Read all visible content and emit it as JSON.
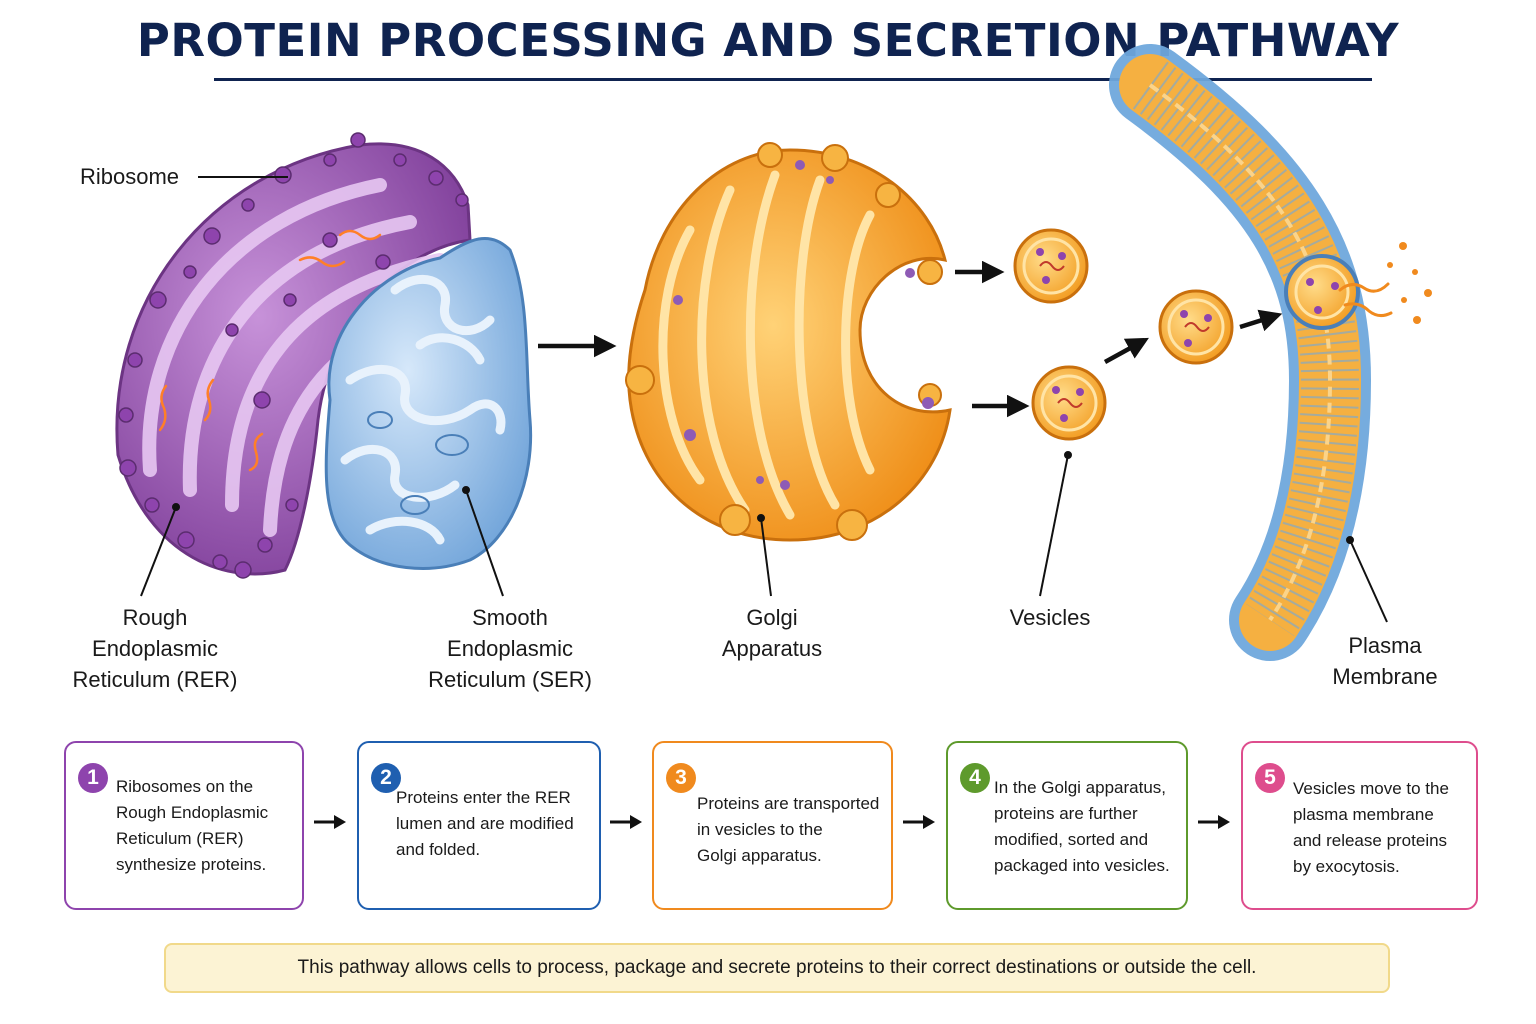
{
  "title": "PROTEIN PROCESSING AND SECRETION PATHWAY",
  "labels": {
    "ribosome": "Ribosome",
    "rer": [
      "Rough",
      "Endoplasmic",
      "Reticulum (RER)"
    ],
    "ser": [
      "Smooth",
      "Endoplasmic",
      "Reticulum (SER)"
    ],
    "golgi": [
      "Golgi",
      "Apparatus"
    ],
    "vesicles": "Vesicles",
    "membrane": [
      "Plasma",
      "Membrane"
    ]
  },
  "steps": [
    {
      "number": "1",
      "color": "#8e44ad",
      "lines": [
        "Ribosomes on the",
        "Rough Endoplasmic",
        "Reticulum (RER)",
        "synthesize proteins."
      ]
    },
    {
      "number": "2",
      "color": "#1f5fb0",
      "lines": [
        "Proteins enter the RER",
        "lumen and are modified",
        "and folded."
      ]
    },
    {
      "number": "3",
      "color": "#f08a1e",
      "lines": [
        "Proteins are transported",
        "in vesicles to the",
        "Golgi apparatus."
      ]
    },
    {
      "number": "4",
      "color": "#5e9a2c",
      "lines": [
        "In the Golgi apparatus,",
        "proteins are further",
        "modified, sorted and",
        "packaged into vesicles."
      ]
    },
    {
      "number": "5",
      "color": "#de4d8d",
      "lines": [
        "Vesicles move to the",
        "plasma membrane",
        "and release proteins",
        "by exocytosis."
      ]
    }
  ],
  "footer": "This pathway allows cells to process, package and secrete proteins to their correct destinations or outside the cell.",
  "colors": {
    "title": "#0f2350",
    "rer": "#9b59b6",
    "ser": "#7fb2e5",
    "golgi": "#f5a02a",
    "membrane_head": "#6fa8dc",
    "membrane_tail": "#f5b041",
    "footer_bg": "#fcf3d4"
  }
}
